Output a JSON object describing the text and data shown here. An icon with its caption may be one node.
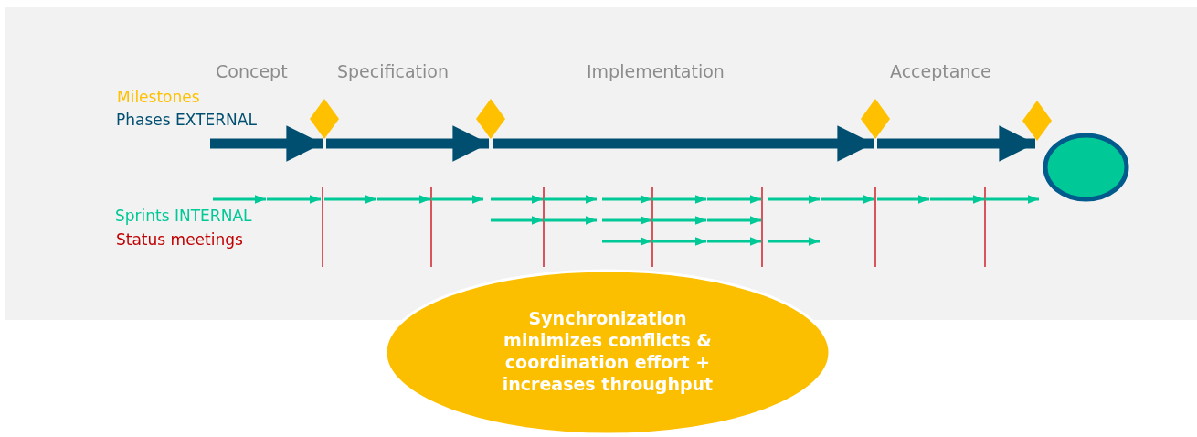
{
  "diagram": {
    "nodes": [
      {
        "text": [],
        "shape": "diamond"
      },
      {
        "text": [],
        "shape": "diamond"
      },
      {
        "text": [],
        "shape": "diamond"
      },
      {
        "text": [],
        "shape": "diamond"
      },
      {
        "text": [],
        "shape": "circle"
      },
      {
        "text": [
          "Synchronization minimizes conflicts & coordination effort + increases throughput"
        ]
      }
    ],
    "edges": [
      {
        "from": null,
        "to": 0,
        "arrow": "to"
      },
      {
        "from": 0,
        "to": 1,
        "arrow": "to"
      },
      {
        "from": 1,
        "to": 2,
        "arrow": "to"
      },
      {
        "from": 2,
        "to": 3,
        "arrow": "to"
      }
    ],
    "labels": [
      "Concept",
      "Specification",
      "Implementation",
      "Acceptance",
      "Milestones",
      "Phases EXTERNAL",
      "Sprints INTERNAL",
      "Status meetings"
    ]
  }
}
